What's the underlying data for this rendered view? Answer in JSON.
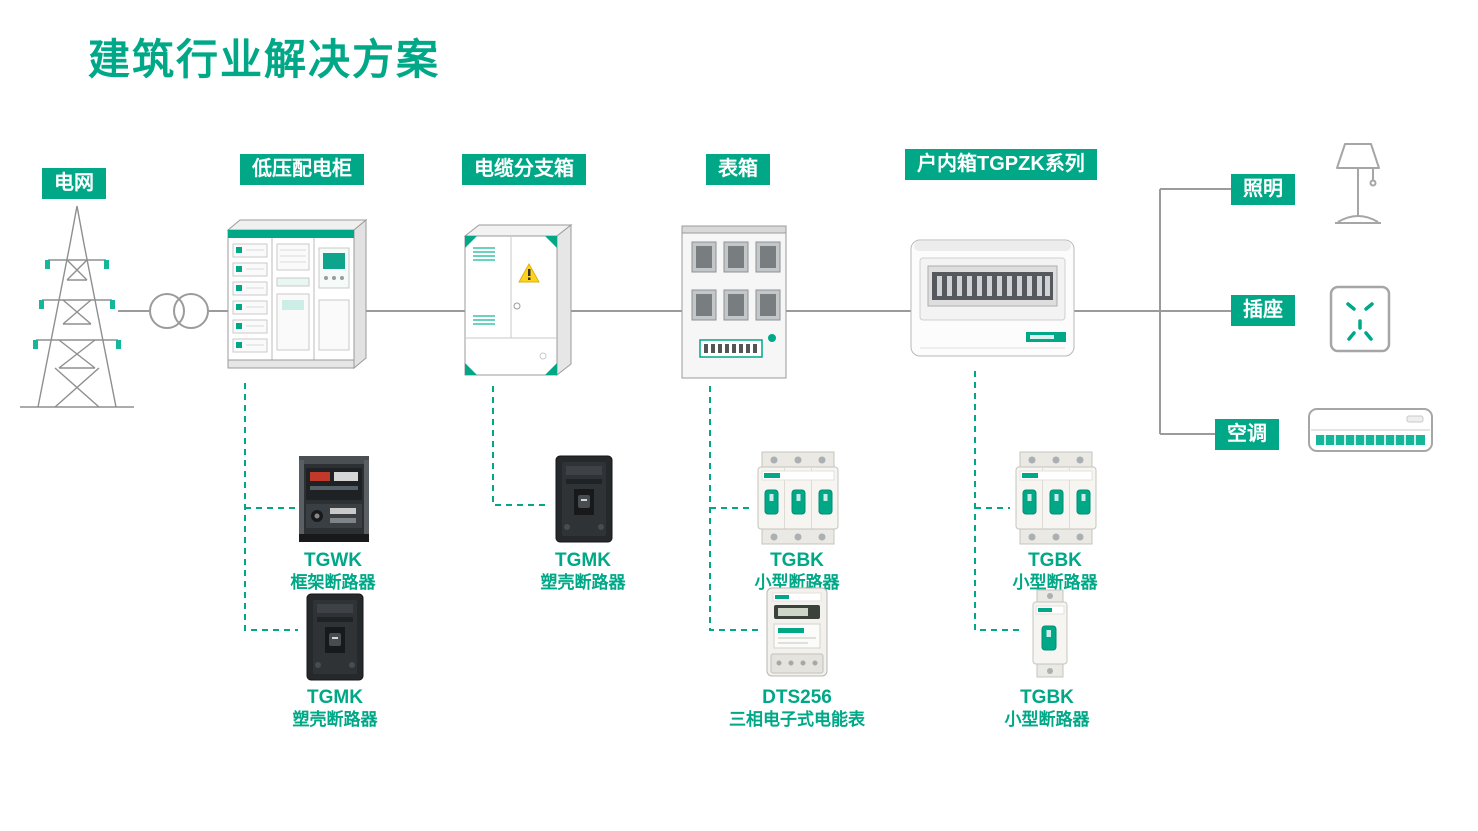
{
  "title": "建筑行业解决方案",
  "colors": {
    "accent": "#00A887",
    "line_gray": "#9B9B9B",
    "warning_yellow": "#FFD21E"
  },
  "flow": {
    "grid": {
      "label": "电网"
    },
    "cabinet": {
      "label": "低压配电柜"
    },
    "branch_box": {
      "label": "电缆分支箱"
    },
    "meter_box": {
      "label": "表箱"
    },
    "indoor_box": {
      "label": "户内箱TGPZK系列"
    }
  },
  "loads": [
    {
      "label": "照明",
      "icon": "desk-lamp-icon"
    },
    {
      "label": "插座",
      "icon": "power-socket-icon"
    },
    {
      "label": "空调",
      "icon": "air-conditioner-icon"
    }
  ],
  "products": [
    {
      "model": "TGWK",
      "name": "框架断路器"
    },
    {
      "model": "TGMK",
      "name": "塑壳断路器"
    },
    {
      "model": "TGMK",
      "name": "塑壳断路器"
    },
    {
      "model": "TGBK",
      "name": "小型断路器"
    },
    {
      "model": "DTS256",
      "name": "三相电子式电能表"
    },
    {
      "model": "TGBK",
      "name": "小型断路器"
    },
    {
      "model": "TGBK",
      "name": "小型断路器"
    }
  ]
}
